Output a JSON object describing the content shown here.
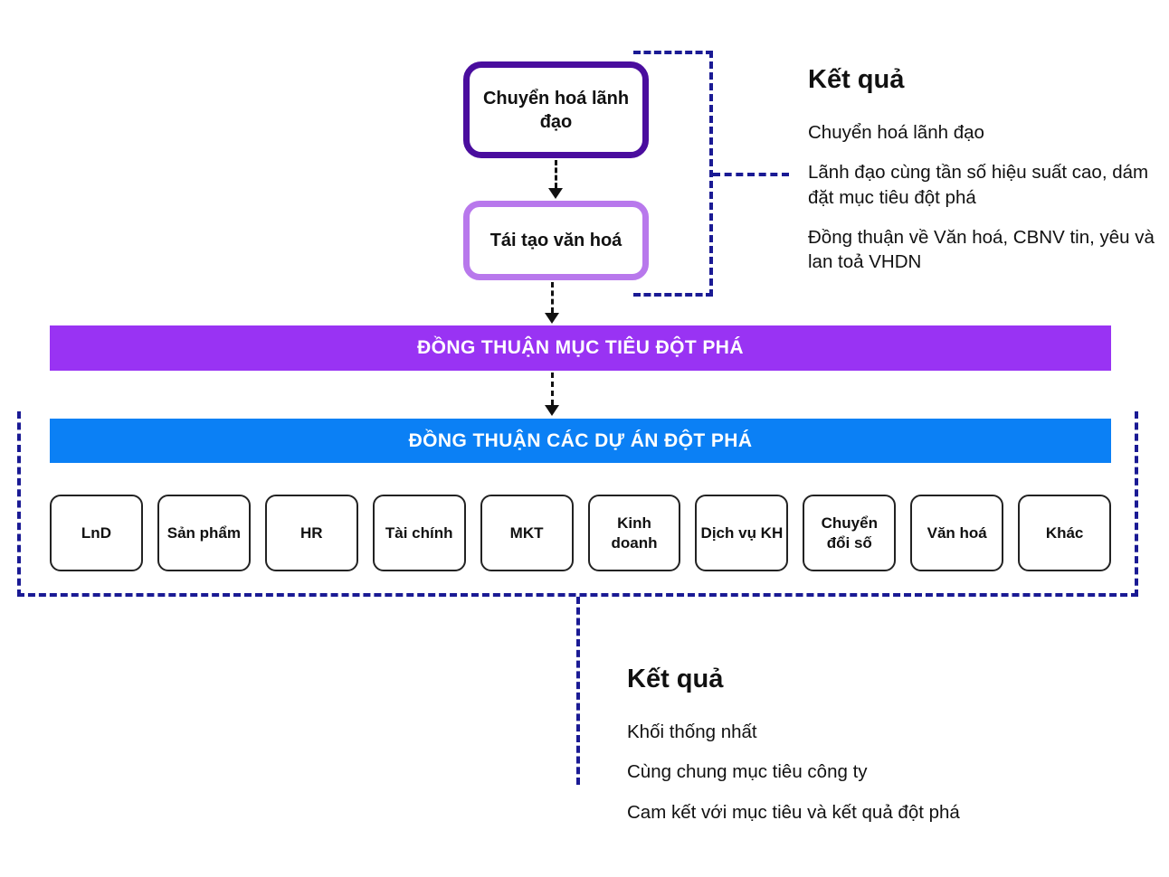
{
  "colors": {
    "dark_purple": "#4A0D9E",
    "light_purple": "#B878EC",
    "purple_bar": "#9933F3",
    "blue_bar": "#0B80F5",
    "navy_dash": "#1A1A94"
  },
  "flow": {
    "box_leadership": "Chuyển hoá lãnh đạo",
    "box_culture": "Tái tạo văn hoá",
    "bar_goals": "ĐỒNG THUẬN MỤC TIÊU ĐỘT PHÁ",
    "bar_projects": "ĐỒNG THUẬN CÁC DỰ ÁN ĐỘT PHÁ"
  },
  "departments": [
    "LnD",
    "Sản phẩm",
    "HR",
    "Tài chính",
    "MKT",
    "Kinh doanh",
    "Dịch vụ KH",
    "Chuyển đổi số",
    "Văn hoá",
    "Khác"
  ],
  "results_top": {
    "title": "Kết quả",
    "items": [
      "Chuyển hoá lãnh đạo",
      "Lãnh đạo cùng tần số hiệu suất cao, dám đặt mục tiêu đột phá",
      "Đồng thuận về Văn hoá, CBNV tin, yêu và lan toả VHDN"
    ]
  },
  "results_bottom": {
    "title": "Kết quả",
    "items": [
      "Khối thống nhất",
      "Cùng chung mục tiêu công ty",
      "Cam kết với mục tiêu và kết quả đột phá"
    ]
  }
}
